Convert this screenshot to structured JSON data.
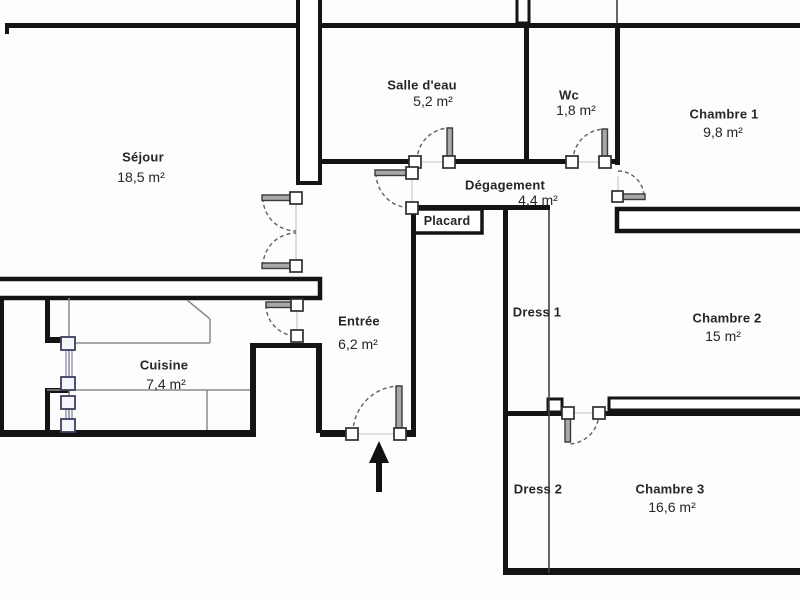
{
  "plan": {
    "background": "#fdfdfd",
    "wall_color": "#141414",
    "thin_line_color": "#8a8a8a",
    "window_color": "#9aa0c4",
    "door_leaf_color": "#a8a8a8",
    "door_arc_color": "#606060"
  },
  "rooms": [
    {
      "name": "Séjour",
      "area": "18,5 m²"
    },
    {
      "name": "Salle d'eau",
      "area": "5,2 m²"
    },
    {
      "name": "Wc",
      "area": "1,8 m²"
    },
    {
      "name": "Chambre 1",
      "area": "9,8 m²"
    },
    {
      "name": "Dégagement",
      "area": "4,4 m²"
    },
    {
      "name": "Placard"
    },
    {
      "name": "Entrée",
      "area": "6,2 m²"
    },
    {
      "name": "Dress 1"
    },
    {
      "name": "Chambre 2",
      "area": "15 m²"
    },
    {
      "name": "Cuisine",
      "area": "7,4 m²"
    },
    {
      "name": "Dress 2"
    },
    {
      "name": "Chambre 3",
      "area": "16,6 m²"
    }
  ]
}
